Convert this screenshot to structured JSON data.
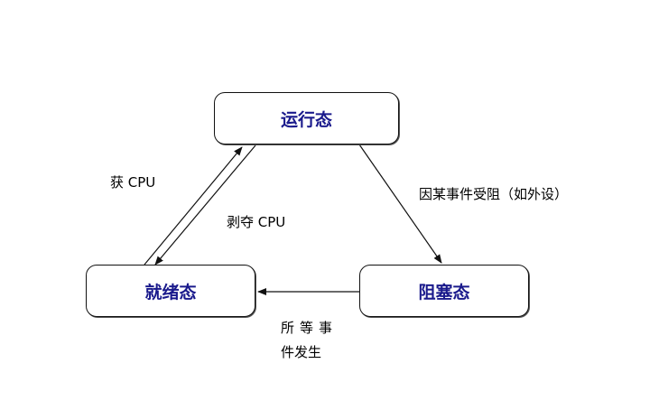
{
  "states": {
    "running": "运行态",
    "ready": "就绪态",
    "blocked": "阻塞态"
  },
  "transitions": {
    "ready_to_running": "获 CPU",
    "running_to_ready": "剥夺 CPU",
    "running_to_blocked": "因某事件受阻（如外设）",
    "blocked_to_ready_line1": "所等事",
    "blocked_to_ready_line2": "件发生"
  }
}
